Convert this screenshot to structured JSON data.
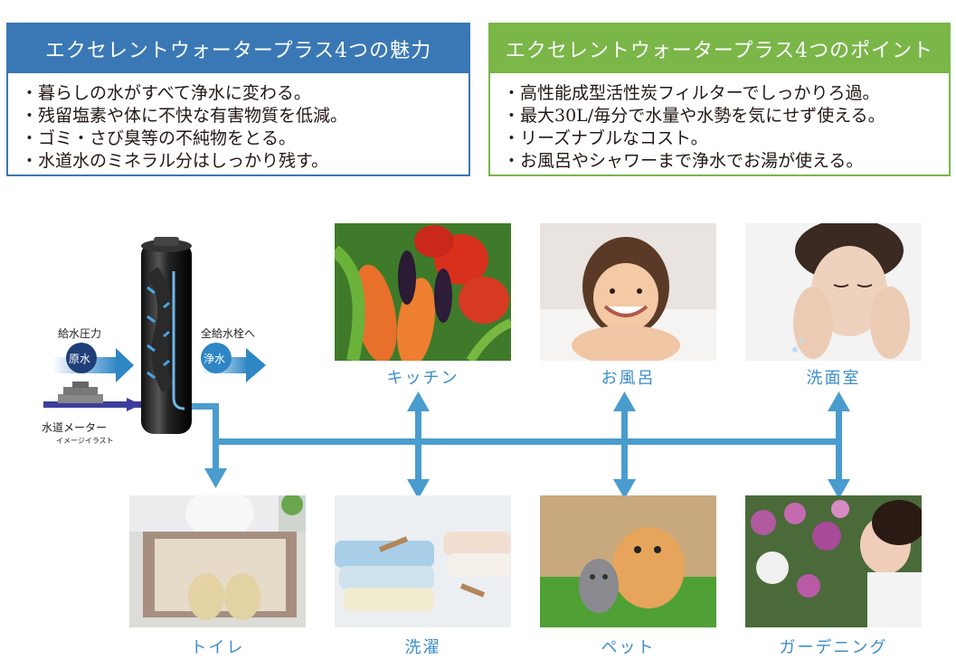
{
  "charms": {
    "title": "エクセレントウォータープラス4つの魅力",
    "items": [
      "・暮らしの水がすべて浄水に変わる。",
      "・残留塩素や体に不快な有害物質を低減。",
      "・ゴミ・さび臭等の不純物をとる。",
      "・水道水のミネラル分はしっかり残す。"
    ]
  },
  "points": {
    "title": "エクセレントウォータープラス4つのポイント",
    "items": [
      "・高性能成型活性炭フィルターでしっかりろ過。",
      "・最大30L/毎分で水量や水勢を気にせず使える。",
      "・リーズナブルなコスト。",
      "・お風呂やシャワーまで浄水でお湯が使える。"
    ]
  },
  "device": {
    "supply_pressure_label": "給水圧力",
    "raw_water_label": "原水",
    "all_taps_label": "全給水栓へ",
    "clean_water_label": "浄水",
    "meter_label": "水道メーター",
    "illustration_note": "イメージイラスト"
  },
  "locations": {
    "kitchen": "キッチン",
    "bath": "お風呂",
    "washroom": "洗面室",
    "toilet": "トイレ",
    "laundry": "洗濯",
    "pet": "ペット",
    "gardening": "ガーデニング"
  },
  "colors": {
    "blue_accent": "#3a78b5",
    "green_accent": "#7ab648",
    "pipe_blue": "#4a9ccf",
    "caption_blue": "#3c8ec9"
  }
}
